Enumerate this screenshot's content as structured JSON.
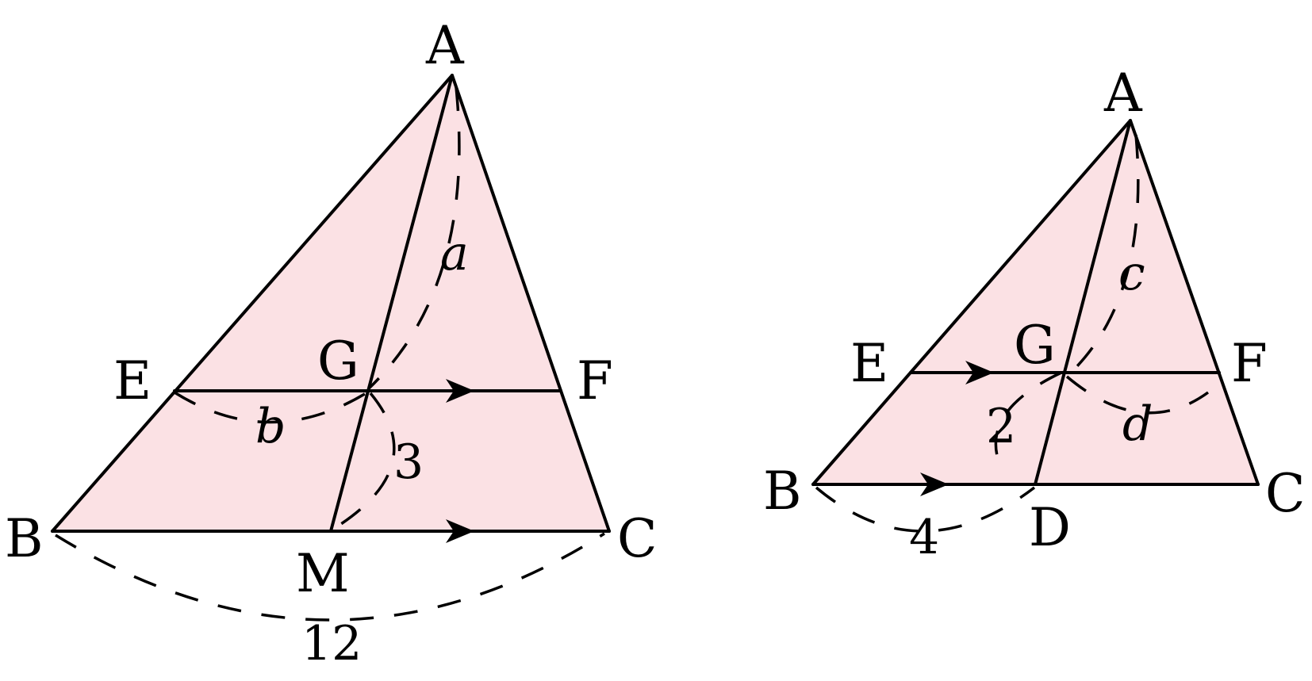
{
  "left_figure": {
    "points": {
      "A": "A",
      "B": "B",
      "C": "C",
      "E": "E",
      "F": "F",
      "G": "G",
      "M": "M"
    },
    "measures": {
      "a": "a",
      "b": "b",
      "three": "3",
      "twelve": "12"
    }
  },
  "right_figure": {
    "points": {
      "A": "A",
      "B": "B",
      "C": "C",
      "D": "D",
      "E": "E",
      "F": "F",
      "G": "G"
    },
    "measures": {
      "c": "c",
      "d": "d",
      "two": "2",
      "four": "4"
    }
  },
  "colors": {
    "fill": "#fbe1e4",
    "stroke": "#000000"
  }
}
